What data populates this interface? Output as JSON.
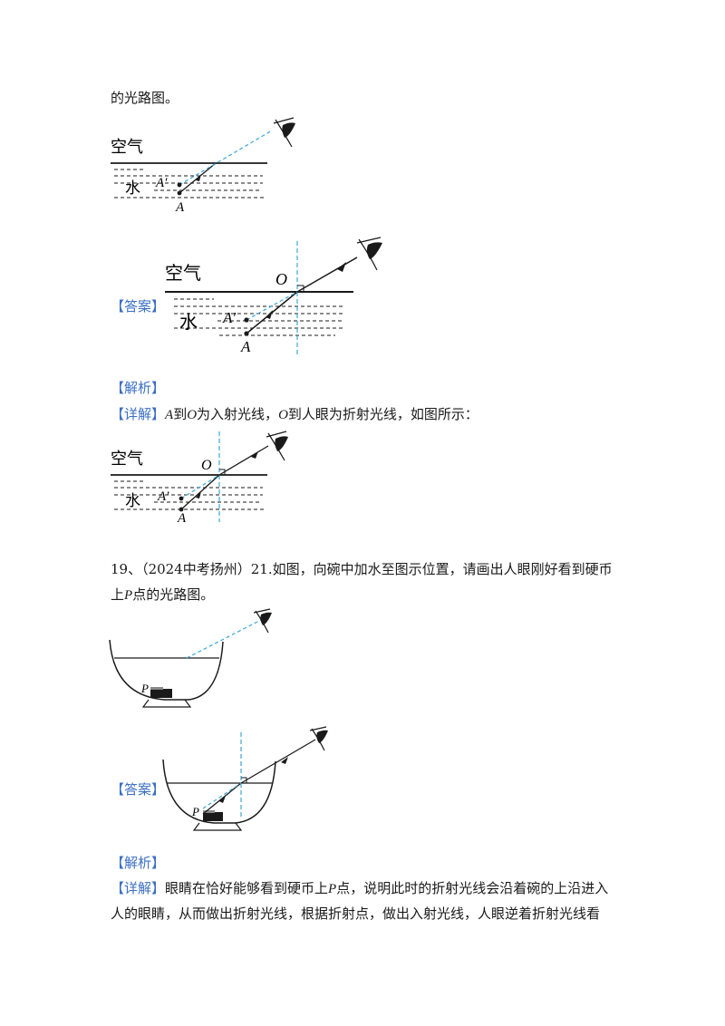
{
  "intro_line": "的光路图。",
  "labels": {
    "air": "空气",
    "water": "水",
    "A": "A",
    "A_prime": "A′",
    "O": "O",
    "P": "P"
  },
  "answer_tag": "【答案】",
  "analysis_tag": "【解析】",
  "detail_tag": "【详解】",
  "q18_detail": {
    "a1": "A",
    "t1": "到",
    "o1": "O",
    "t2": "为入射光线，",
    "o2": "O",
    "t3": "到人眼为折射光线，如图所示："
  },
  "q19": {
    "number": "19、",
    "source": "（2024中考扬州）21.",
    "text1": "如图，向碗中加水至图示位置，请画出人眼刚好看到硬币",
    "text2_pre": "上",
    "text2_p": "P",
    "text2_post": "点的光路图。"
  },
  "q19_detail": {
    "l1_pre": "眼睛在恰好能够看到硬币上",
    "l1_p": "P",
    "l1_post": "点，说明此时的折射光线会沿着碗的上沿进入",
    "l2": "人的眼睛，从而做出折射光线，根据折射点，做出入射光线，人眼逆着折射光线看"
  },
  "colors": {
    "text": "#1a1a1a",
    "tag": "#3a6fc4",
    "dashed_ray": "#3aa6d8"
  }
}
